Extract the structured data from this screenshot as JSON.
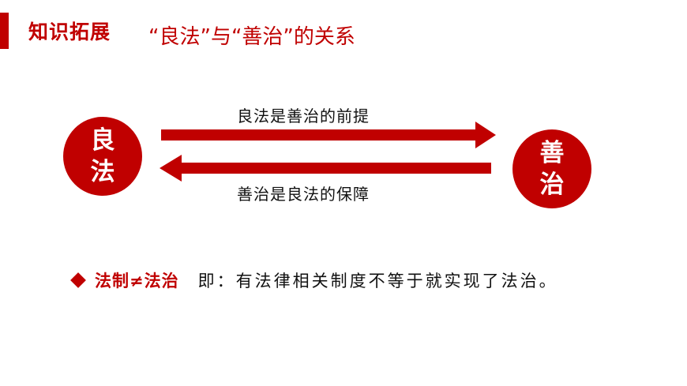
{
  "header": {
    "section_label": "知识拓展",
    "title": "“良法”与“善治”的关系",
    "accent_color": "#c00000"
  },
  "diagram": {
    "left_node": [
      "良",
      "法"
    ],
    "right_node": [
      "善",
      "治"
    ],
    "arrow_forward_label": "良法是善治的前提",
    "arrow_backward_label": "善治是良法的保障"
  },
  "note": {
    "bullet_icon": "diamond-icon",
    "term": "法制≠法治",
    "explanation": "即：有法律相关制度不等于就实现了法治。"
  }
}
